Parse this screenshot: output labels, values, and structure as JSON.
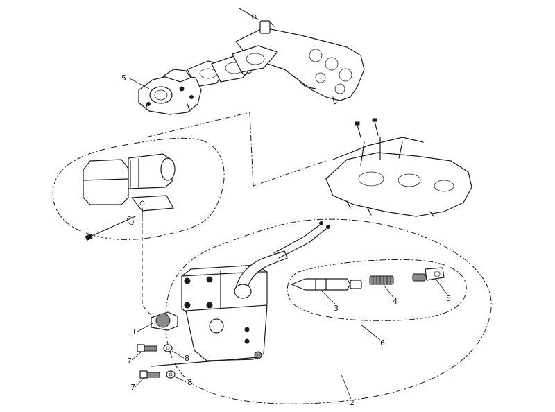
{
  "diagram": {
    "callouts": [
      {
        "id": "callout-5-carburetor",
        "text": "5"
      },
      {
        "id": "callout-1",
        "text": "1"
      },
      {
        "id": "callout-7-upper",
        "text": "7"
      },
      {
        "id": "callout-8-upper",
        "text": "8"
      },
      {
        "id": "callout-7-lower",
        "text": "7"
      },
      {
        "id": "callout-8-lower",
        "text": "8"
      },
      {
        "id": "callout-3",
        "text": "3"
      },
      {
        "id": "callout-4",
        "text": "4"
      },
      {
        "id": "callout-5-kit",
        "text": "5"
      },
      {
        "id": "callout-6",
        "text": "6"
      },
      {
        "id": "callout-2",
        "text": "2"
      }
    ]
  }
}
